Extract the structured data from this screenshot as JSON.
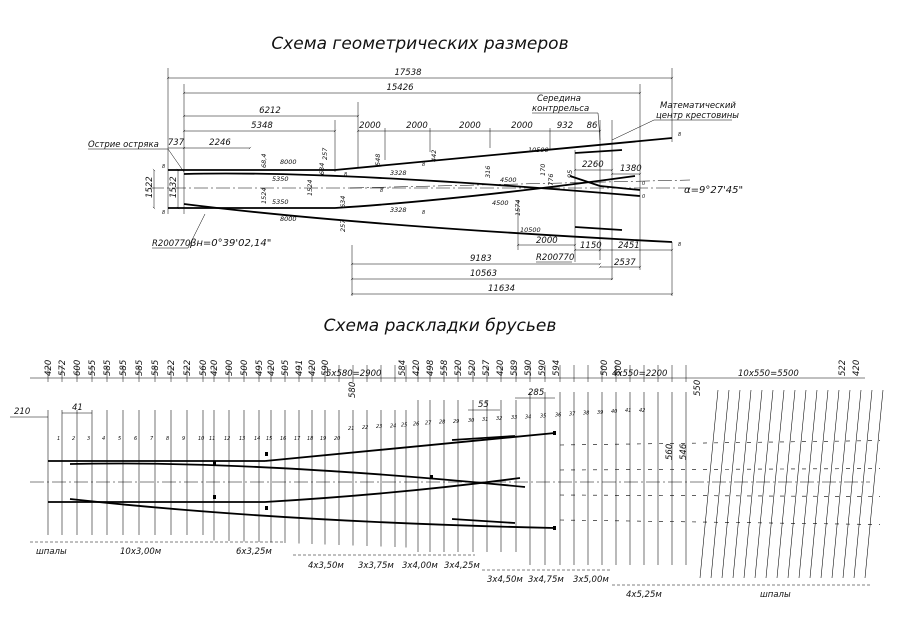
{
  "titles": {
    "geometry": "Схема геометрических размеров",
    "layout": "Схема раскладки брусьев"
  },
  "geometry": {
    "top_dims": [
      "17538",
      "15426",
      "6212",
      "5348",
      "2246",
      "737"
    ],
    "dim_chain": [
      "2000",
      "2000",
      "2000",
      "2000",
      "932",
      "86"
    ],
    "labels": {
      "point": "Острие остряка",
      "contrail_center_1": "Середина",
      "contrail_center_2": "контррельса",
      "frog_center_1": "Математический",
      "frog_center_2": "центр крестовины",
      "alpha": "α=9°27'45\"",
      "beta": "βн=0°39'02,14\"",
      "radius_left": "R200770",
      "radius_right": "R200770"
    },
    "small_dims": [
      "8000",
      "5350",
      "5350",
      "8000",
      "68,4",
      "1524",
      "1524",
      "634",
      "634",
      "257",
      "257",
      "548",
      "442",
      "3328",
      "3328",
      "316",
      "4500",
      "4500",
      "1574",
      "170",
      "1776",
      "95",
      "10500",
      "10500",
      "2260",
      "1380",
      "1522",
      "1532",
      "8",
      "8",
      "8",
      "8",
      "8",
      "8",
      "8",
      "8",
      "0",
      "0"
    ],
    "bottom_dims": [
      "2000",
      "1150",
      "2451",
      "2537",
      "9183",
      "10563",
      "11634"
    ]
  },
  "layout": {
    "spacings": [
      "420",
      "572",
      "600",
      "555",
      "585",
      "585",
      "585",
      "585",
      "522",
      "522",
      "560",
      "420",
      "500",
      "500",
      "495",
      "420",
      "505",
      "491",
      "420",
      "590",
      "5х580=2900",
      "584",
      "420",
      "498",
      "558",
      "520",
      "520",
      "527",
      "420",
      "589",
      "590",
      "590",
      "594",
      "4х550=2200",
      "500",
      "500",
      "10х550=5500",
      "522",
      "420"
    ],
    "tie_numbers": [
      "1",
      "2",
      "3",
      "4",
      "5",
      "6",
      "7",
      "8",
      "9",
      "10",
      "11",
      "12",
      "13",
      "14",
      "15",
      "16",
      "17",
      "18",
      "19",
      "20",
      "21",
      "22",
      "23",
      "24",
      "25",
      "26",
      "27",
      "28",
      "29",
      "30",
      "31",
      "32",
      "33",
      "34",
      "35",
      "36",
      "37",
      "38",
      "39",
      "40",
      "41",
      "42"
    ],
    "extra_dims": [
      "210",
      "41",
      "580",
      "55",
      "285",
      "550",
      "560",
      "546"
    ],
    "groups_upper": [
      "шпалы",
      "10х3,00м",
      "6х3,25м"
    ],
    "groups_middle": [
      "4х3,50м",
      "3х3,75м",
      "3х4,00м",
      "3х4,25м"
    ],
    "groups_lower": [
      "3х4,50м",
      "3х4,75м",
      "3х5,00м"
    ],
    "groups_bottom": [
      "4х5,25м",
      "шпалы"
    ]
  }
}
